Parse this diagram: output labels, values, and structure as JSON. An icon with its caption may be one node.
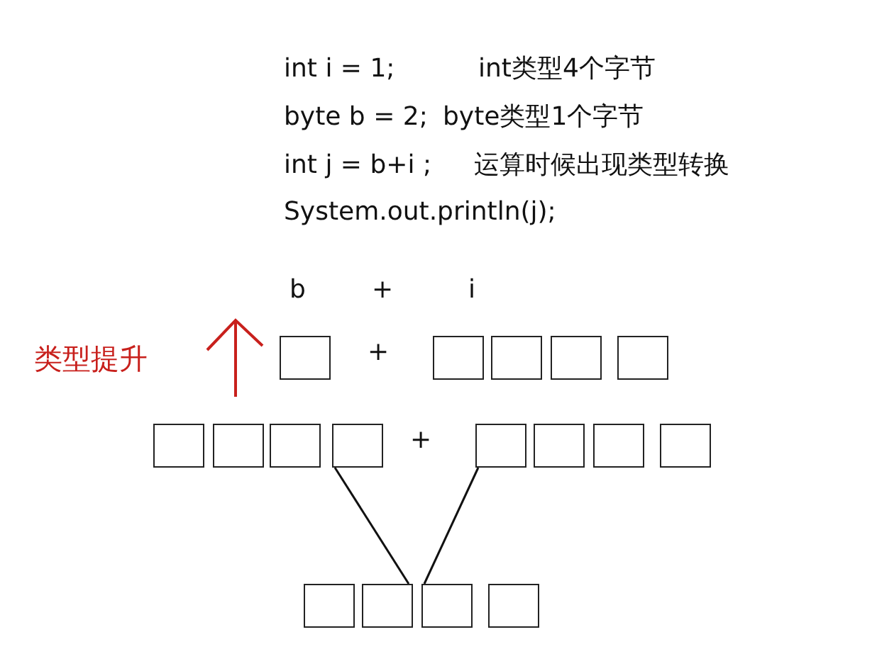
{
  "diagram": {
    "nodes": [
      {
        "text": [],
        "shape": "box"
      },
      {
        "text": [],
        "shape": "box"
      },
      {
        "text": [],
        "shape": "box"
      },
      {
        "text": [],
        "shape": "box"
      },
      {
        "text": [],
        "shape": "box"
      },
      {
        "text": [],
        "shape": "box"
      },
      {
        "text": [],
        "shape": "box"
      },
      {
        "text": [],
        "shape": "box"
      },
      {
        "text": [],
        "shape": "box"
      },
      {
        "text": [],
        "shape": "box"
      },
      {
        "text": [],
        "shape": "box"
      },
      {
        "text": [],
        "shape": "box"
      },
      {
        "text": [],
        "shape": "box"
      },
      {
        "text": [],
        "shape": "box"
      },
      {
        "text": [],
        "shape": "box"
      },
      {
        "text": [],
        "shape": "box"
      },
      {
        "text": [],
        "shape": "box"
      }
    ],
    "edges": [
      {
        "from": 8,
        "to": 14,
        "arrow": "none"
      },
      {
        "from": 9,
        "to": 15,
        "arrow": "none"
      }
    ],
    "labels": [
      "int i = 1;",
      "int类型4个字节",
      "byte b = 2;",
      "byte类型1个字节",
      "int j = b+i ;",
      "运算时候出现类型转换",
      "System.out.println(j);",
      "b",
      "+",
      "i",
      "类型提升",
      "+",
      "+"
    ]
  }
}
